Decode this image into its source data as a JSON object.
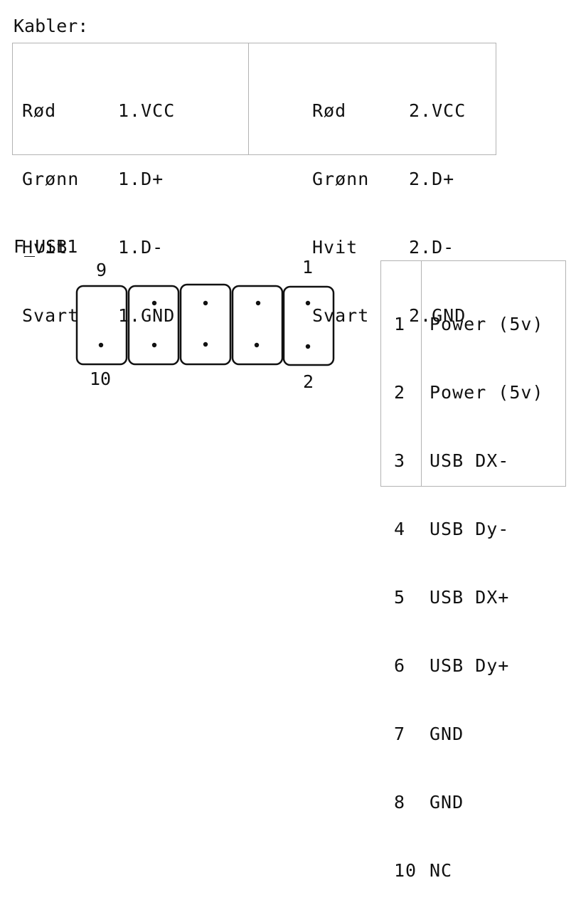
{
  "cables": {
    "title": "Kabler:",
    "left": {
      "colors": [
        "Rød",
        "Grønn",
        "Hvit",
        "Svart"
      ],
      "signals": [
        "1.VCC",
        "1.D+",
        "1.D-",
        "1.GND"
      ]
    },
    "right": {
      "colors": [
        "Rød",
        "Grønn",
        "Hvit",
        "Svart"
      ],
      "signals": [
        "2.VCC",
        "2.D+",
        "2.D-",
        "2.GND"
      ]
    }
  },
  "header": {
    "title": "F_USB1",
    "labels": {
      "top_left": "9",
      "top_right": "1",
      "bottom_left": "10",
      "bottom_right": "2"
    }
  },
  "pinout": {
    "pins": [
      "1",
      "2",
      "3",
      "4",
      "5",
      "6",
      "7",
      "8",
      "10"
    ],
    "functions": [
      "Power (5v)",
      "Power (5v)",
      "USB DX-",
      "USB Dy-",
      "USB DX+",
      "USB Dy+",
      "GND",
      "GND",
      "NC"
    ]
  }
}
